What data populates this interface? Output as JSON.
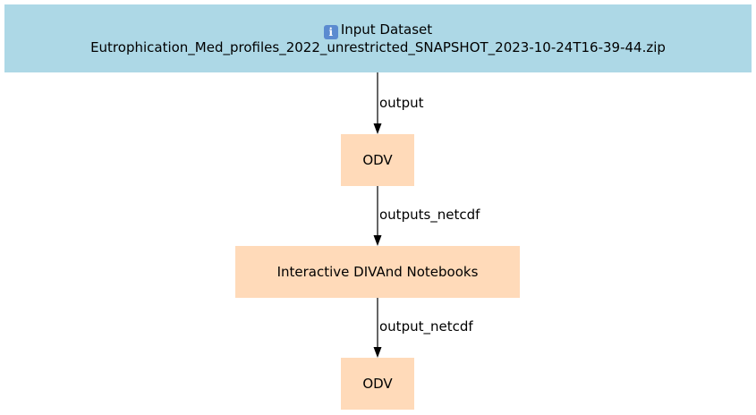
{
  "colors": {
    "input_fill": "#add8e6",
    "tool_fill": "#ffdab9",
    "edge": "#000000"
  },
  "nodes": {
    "input": {
      "icon": "info-icon",
      "title": "Input Dataset",
      "filename": "Eutrophication_Med_profiles_2022_unrestricted_SNAPSHOT_2023-10-24T16-39-44.zip"
    },
    "odv1": {
      "label": "ODV"
    },
    "divand": {
      "label": "Interactive DIVAnd Notebooks"
    },
    "odv2": {
      "label": "ODV"
    }
  },
  "edges": [
    {
      "from": "input",
      "to": "odv1",
      "label": "output"
    },
    {
      "from": "odv1",
      "to": "divand",
      "label": "outputs_netcdf"
    },
    {
      "from": "divand",
      "to": "odv2",
      "label": "output_netcdf"
    }
  ]
}
